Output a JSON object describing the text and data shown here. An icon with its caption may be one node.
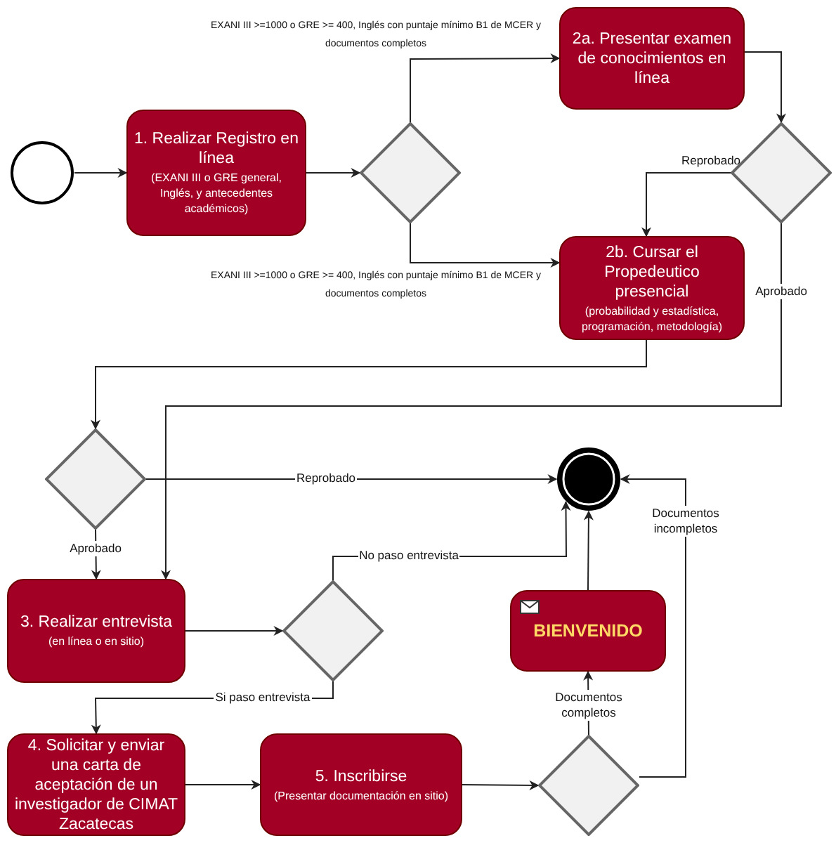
{
  "diagram": {
    "nodes": [
      {
        "text": [],
        "shape": "circle"
      },
      {
        "text": [
          "1. Realizar Registro en línea",
          "(EXANI III o GRE general, Inglés, y antecedentes académicos)"
        ]
      },
      {
        "text": [],
        "shape": "diamond"
      },
      {
        "text": [
          "2a. Presentar examen de conocimientos en línea"
        ]
      },
      {
        "text": [],
        "shape": "diamond"
      },
      {
        "text": [
          "2b. Cursar el Propedeutico presencial",
          "(probabilidad y estadística, programación, metodología)"
        ]
      },
      {
        "text": [],
        "shape": "diamond"
      },
      {
        "text": [],
        "shape": "circle"
      },
      {
        "text": [
          "3. Realizar entrevista",
          "(en línea o en sitio)"
        ]
      },
      {
        "text": [],
        "shape": "diamond"
      },
      {
        "text": [
          "BIENVENIDO"
        ]
      },
      {
        "text": [
          "4. Solicitar y enviar una carta de aceptación de un investigador de CIMAT Zacatecas"
        ]
      },
      {
        "text": [
          "5. Inscribirse",
          "(Presentar documentación en sitio)"
        ]
      },
      {
        "text": [],
        "shape": "diamond"
      }
    ],
    "edges": [
      {
        "from": 0,
        "to": 1,
        "arrow": "to"
      },
      {
        "from": 1,
        "to": 2,
        "arrow": "to"
      },
      {
        "from": 2,
        "to": 3,
        "arrow": "to",
        "label": "EXANI III >=1000 o GRE >= 400, Inglés con puntaje mínimo B1 de MCER y documentos completos"
      },
      {
        "from": 2,
        "to": 5,
        "arrow": "to",
        "label": "EXANI III >=1000 o GRE >= 400, Inglés con puntaje mínimo B1 de MCER y documentos completos"
      },
      {
        "from": 3,
        "to": 4,
        "arrow": "to"
      },
      {
        "from": 4,
        "to": 5,
        "arrow": "to",
        "label": "Reprobado"
      },
      {
        "from": 4,
        "to": 8,
        "arrow": "to",
        "label": "Aprobado"
      },
      {
        "from": 5,
        "to": 6,
        "arrow": "to"
      },
      {
        "from": 6,
        "to": 7,
        "arrow": "to",
        "label": "Reprobado"
      },
      {
        "from": 6,
        "to": 8,
        "arrow": "to",
        "label": "Aprobado"
      },
      {
        "from": 8,
        "to": 9,
        "arrow": "to"
      },
      {
        "from": 9,
        "to": 7,
        "arrow": "to",
        "label": "No paso entrevista"
      },
      {
        "from": 9,
        "to": 11,
        "arrow": "to",
        "label": "Si paso entrevista"
      },
      {
        "from": 11,
        "to": 12,
        "arrow": "to"
      },
      {
        "from": 12,
        "to": 13,
        "arrow": "to"
      },
      {
        "from": 13,
        "to": 10,
        "arrow": "to",
        "label": "Documentos completos"
      },
      {
        "from": 10,
        "to": 7,
        "arrow": "to"
      },
      {
        "from": 13,
        "to": 7,
        "arrow": "to",
        "label": "Documentos incompletos"
      }
    ]
  }
}
